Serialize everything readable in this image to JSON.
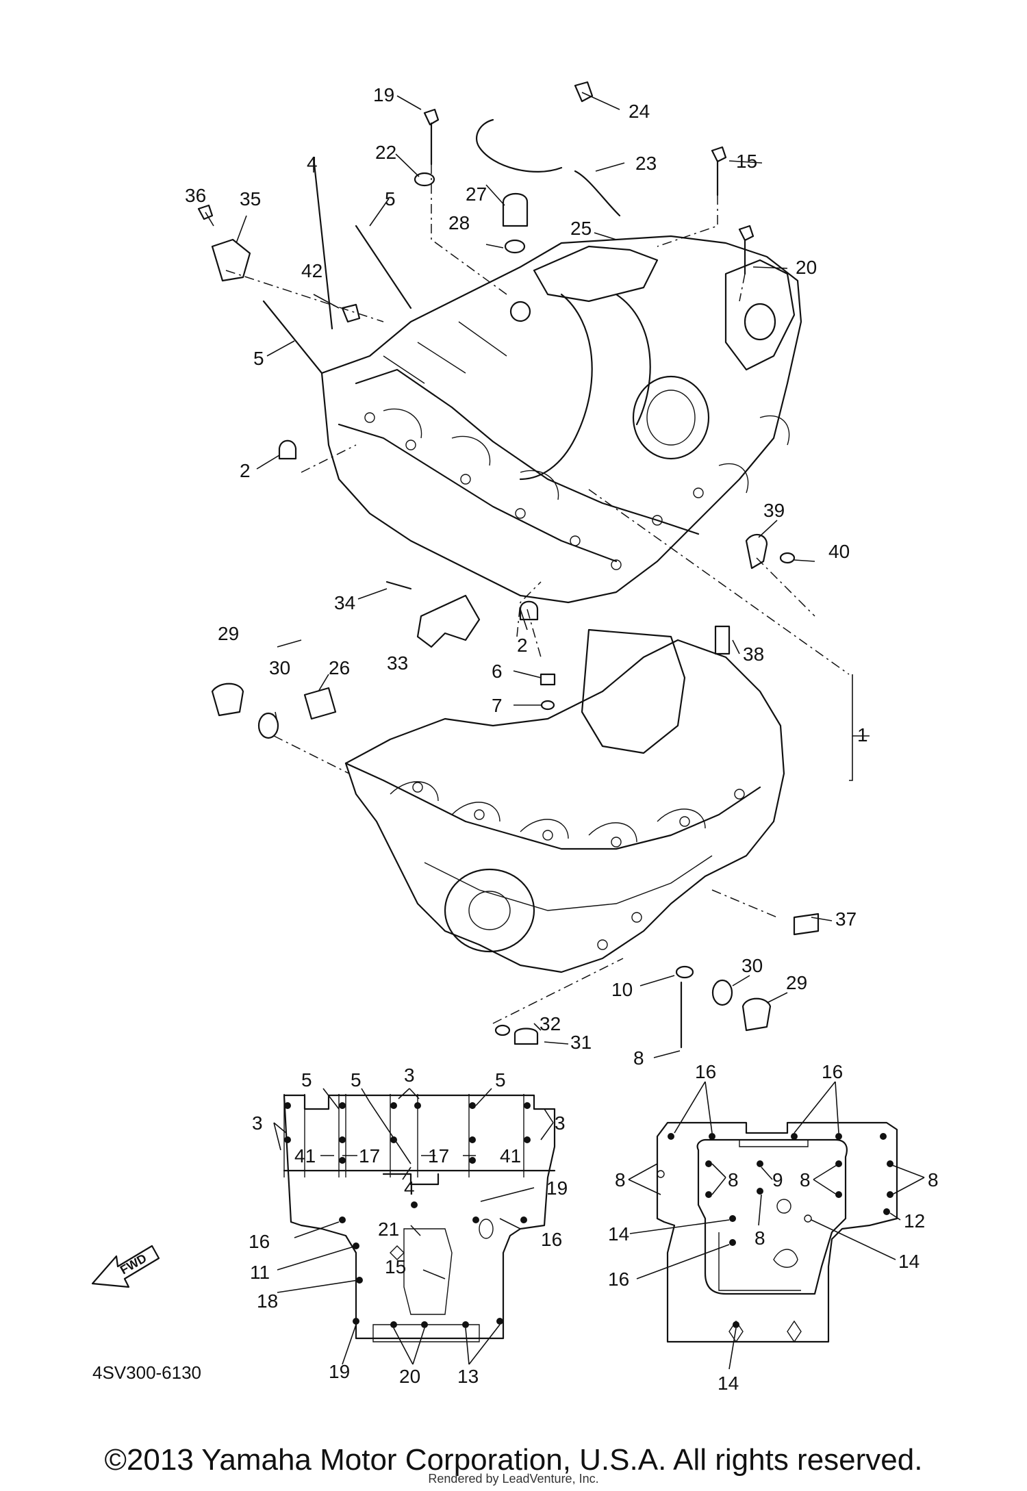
{
  "diagram_code": "4SV300-6130",
  "fwd_label": "FWD",
  "copyright": "©2013 Yamaha Motor Corporation, U.S.A. All rights reserved.",
  "rendered_by": "Rendered by LeadVenture, Inc.",
  "callouts": [
    {
      "text": "19"
    },
    {
      "text": "24"
    },
    {
      "text": "22"
    },
    {
      "text": "23"
    },
    {
      "text": "15"
    },
    {
      "text": "4"
    },
    {
      "text": "5"
    },
    {
      "text": "27"
    },
    {
      "text": "36"
    },
    {
      "text": "35"
    },
    {
      "text": "25"
    },
    {
      "text": "28"
    },
    {
      "text": "20"
    },
    {
      "text": "42"
    },
    {
      "text": "5"
    },
    {
      "text": "2"
    },
    {
      "text": "39"
    },
    {
      "text": "40"
    },
    {
      "text": "34"
    },
    {
      "text": "29"
    },
    {
      "text": "30"
    },
    {
      "text": "26"
    },
    {
      "text": "33"
    },
    {
      "text": "2"
    },
    {
      "text": "38"
    },
    {
      "text": "6"
    },
    {
      "text": "7"
    },
    {
      "text": "1"
    },
    {
      "text": "37"
    },
    {
      "text": "30"
    },
    {
      "text": "29"
    },
    {
      "text": "10"
    },
    {
      "text": "32"
    },
    {
      "text": "31"
    },
    {
      "text": "8"
    },
    {
      "text": "3"
    },
    {
      "text": "5"
    },
    {
      "text": "5"
    },
    {
      "text": "5"
    },
    {
      "text": "3"
    },
    {
      "text": "3"
    },
    {
      "text": "41"
    },
    {
      "text": "17"
    },
    {
      "text": "17"
    },
    {
      "text": "41"
    },
    {
      "text": "4"
    },
    {
      "text": "19"
    },
    {
      "text": "21"
    },
    {
      "text": "16"
    },
    {
      "text": "16"
    },
    {
      "text": "11"
    },
    {
      "text": "15"
    },
    {
      "text": "18"
    },
    {
      "text": "19"
    },
    {
      "text": "20"
    },
    {
      "text": "13"
    },
    {
      "text": "16"
    },
    {
      "text": "16"
    },
    {
      "text": "8"
    },
    {
      "text": "8"
    },
    {
      "text": "9"
    },
    {
      "text": "8"
    },
    {
      "text": "8"
    },
    {
      "text": "14"
    },
    {
      "text": "8"
    },
    {
      "text": "12"
    },
    {
      "text": "14"
    },
    {
      "text": "16"
    },
    {
      "text": "14"
    }
  ]
}
